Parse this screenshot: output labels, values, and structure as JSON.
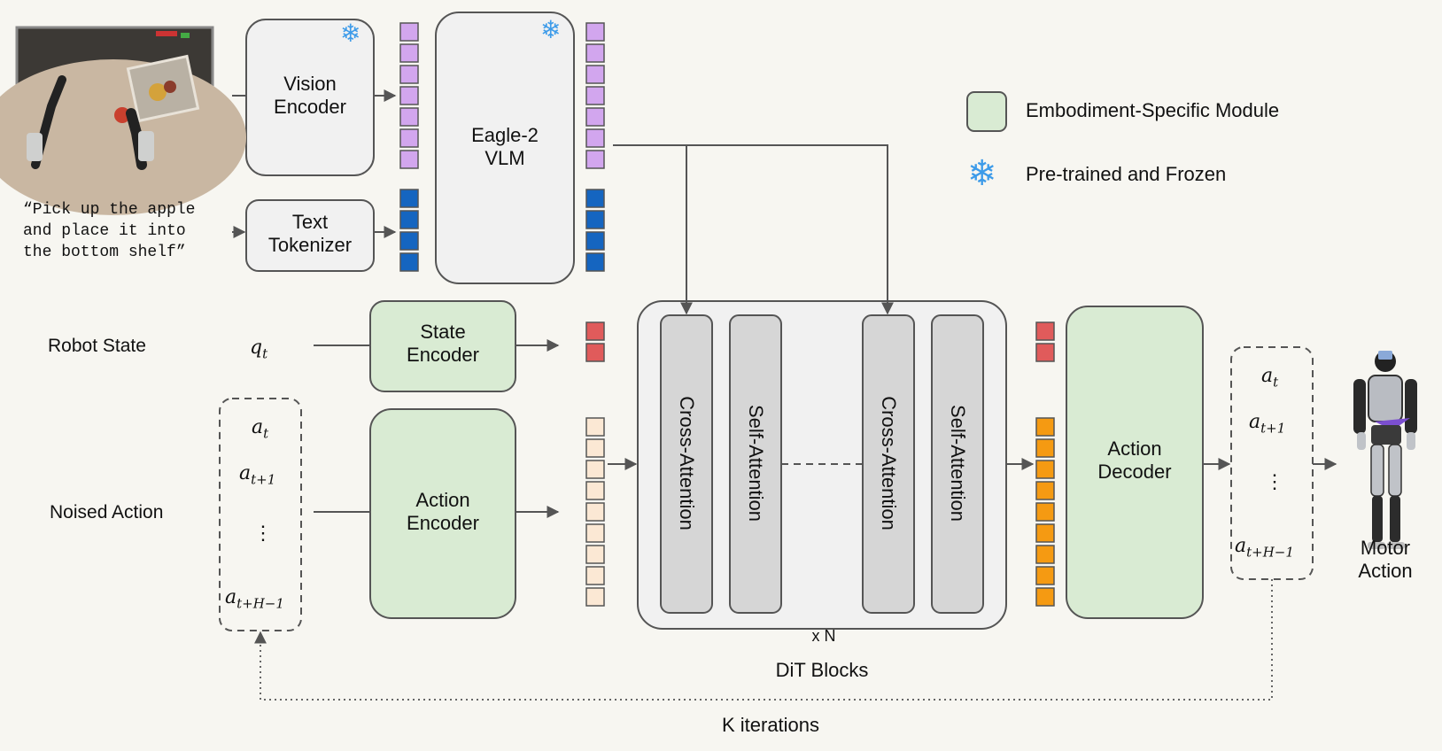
{
  "legend": {
    "embodiment_label": "Embodiment-Specific Module",
    "frozen_label": "Pre-trained and Frozen",
    "colors": {
      "embodiment": "#d9ebd3",
      "frozen_icon": "#3d9be9"
    }
  },
  "inputs": {
    "instruction": "“Pick up the apple\nand place it into\nthe bottom shelf”",
    "robot_state_label": "Robot State",
    "robot_state_symbol": "q",
    "robot_state_sub": "t",
    "noised_action_label": "Noised Action"
  },
  "modules": {
    "vision_encoder": "Vision\nEncoder",
    "text_tokenizer": "Text\nTokenizer",
    "vlm": "Eagle-2\nVLM",
    "state_encoder": "State\nEncoder",
    "action_encoder": "Action\nEncoder",
    "action_decoder": "Action\nDecoder"
  },
  "dit": {
    "blocks": [
      "Cross-Attention",
      "Self-Attention",
      "Cross-Attention",
      "Self-Attention"
    ],
    "repeat_label": "x N",
    "caption": "DiT Blocks"
  },
  "actions": {
    "symbol": "a",
    "subs": [
      "t",
      "t+1",
      "t+H−1"
    ],
    "ellipsis": "⋮"
  },
  "output": {
    "motor_action": "Motor\nAction"
  },
  "loop": {
    "label": "K iterations"
  },
  "token_colors": {
    "vision": "#d2a6ee",
    "text": "#1565c0",
    "state": "#e05b5b",
    "action_in": "#fbe8d4",
    "action_out": "#f59a12"
  }
}
